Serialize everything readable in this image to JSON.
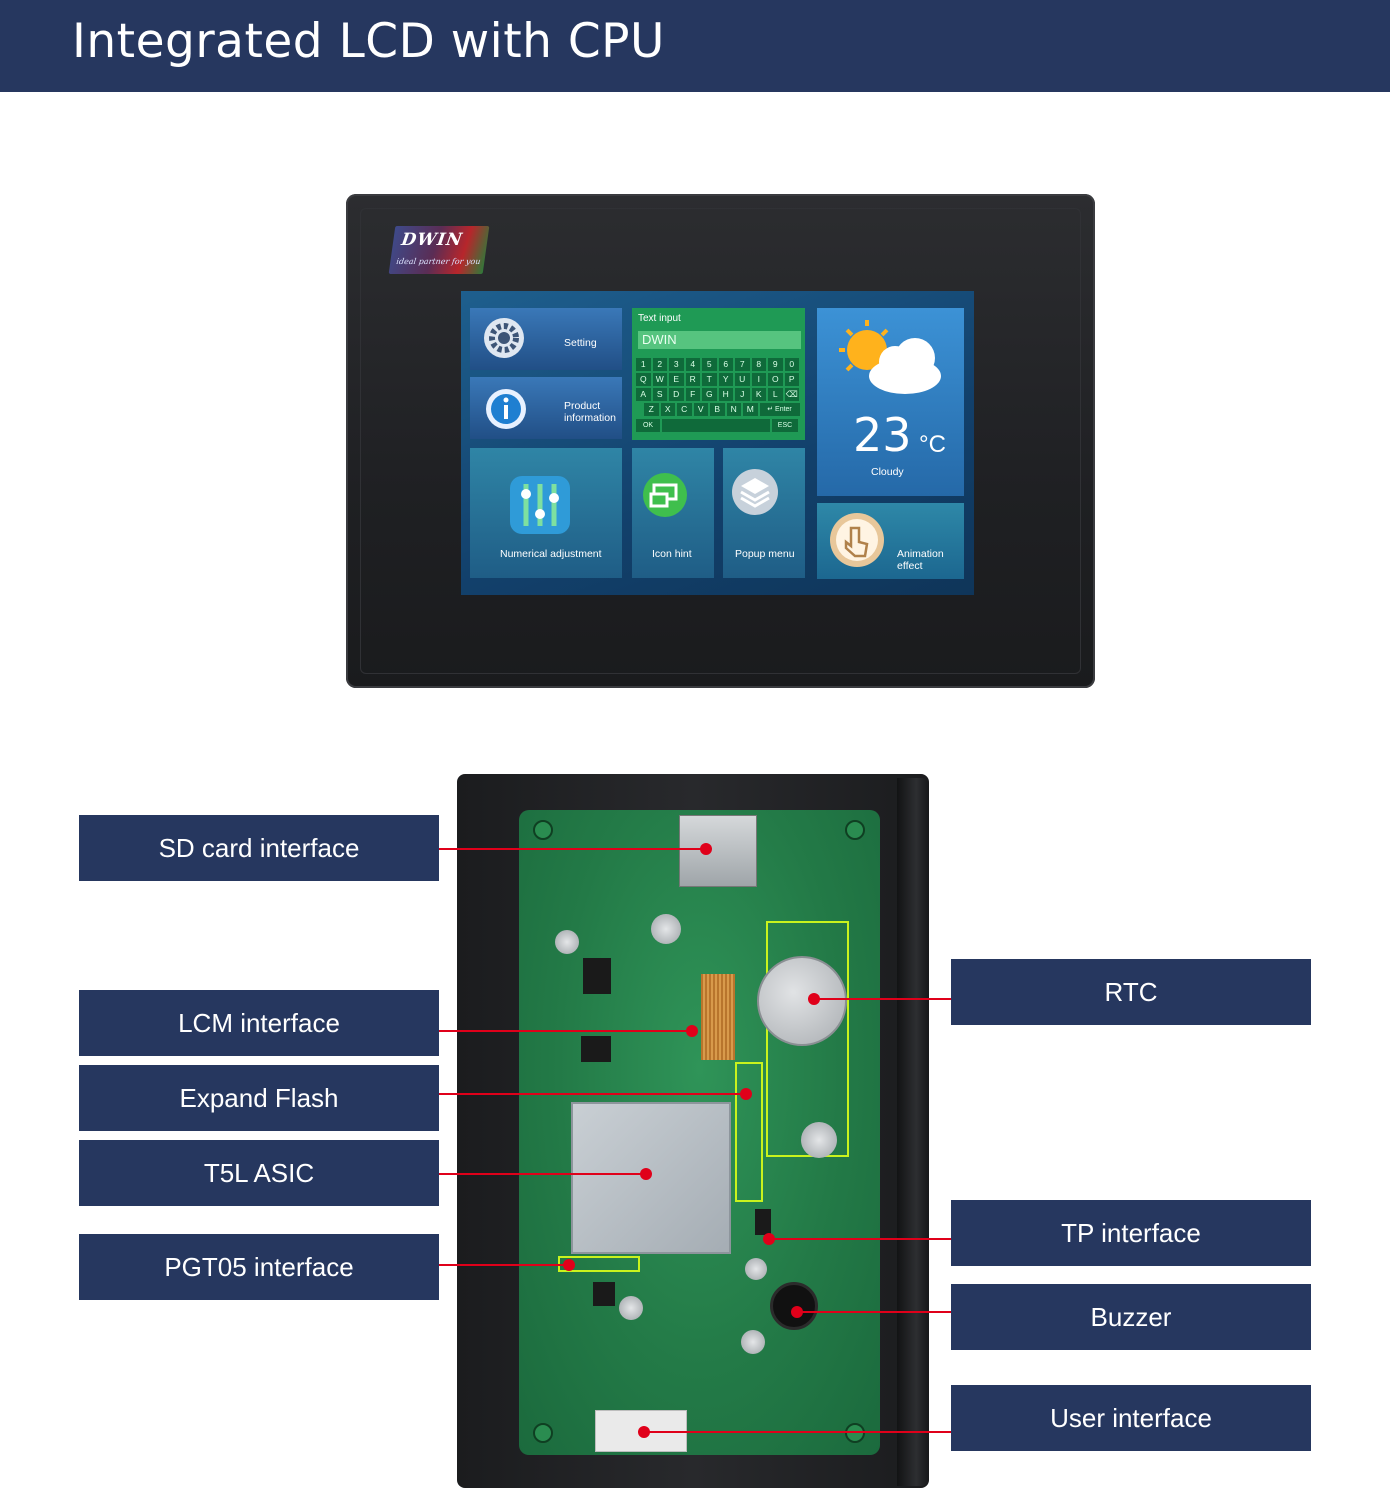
{
  "header": {
    "title": "Integrated LCD with CPU"
  },
  "device": {
    "brand": "DWIN",
    "brand_tagline": "ideal partner for you",
    "screen": {
      "setting_label": "Setting",
      "product_info_label": "Product information",
      "text_input": {
        "title": "Text input",
        "value": "DWIN",
        "rows": [
          [
            "1",
            "2",
            "3",
            "4",
            "5",
            "6",
            "7",
            "8",
            "9",
            "0"
          ],
          [
            "Q",
            "W",
            "E",
            "R",
            "T",
            "Y",
            "U",
            "I",
            "O",
            "P"
          ],
          [
            "A",
            "S",
            "D",
            "F",
            "G",
            "H",
            "J",
            "K",
            "L",
            "⌫"
          ],
          [
            "Z",
            "X",
            "C",
            "V",
            "B",
            "N",
            "M",
            "↵ Enter"
          ]
        ],
        "ok_label": "OK",
        "esc_label": "ESC"
      },
      "weather": {
        "temperature": "23",
        "unit": "°C",
        "condition": "Cloudy"
      },
      "numerical_label": "Numerical adjustment",
      "icon_hint_label": "Icon hint",
      "popup_menu_label": "Popup menu",
      "animation_label": "Animation effect"
    }
  },
  "callouts": {
    "sd_card": "SD card interface",
    "lcm": "LCM interface",
    "expand_flash": "Expand Flash",
    "t5l": "T5L ASIC",
    "pgt05": "PGT05 interface",
    "rtc": "RTC",
    "tp": "TP interface",
    "buzzer": "Buzzer",
    "user": "User interface"
  },
  "colors": {
    "banner": "#26375f",
    "pointer": "#e0001a",
    "highlight": "#c9f31d",
    "pcb": "#237a47"
  }
}
